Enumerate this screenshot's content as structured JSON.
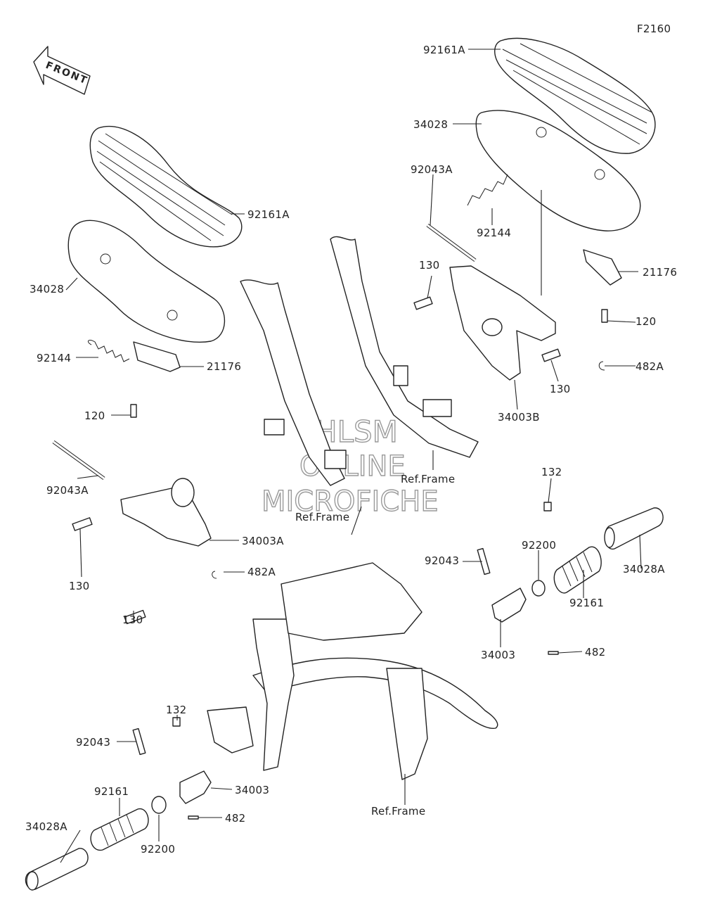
{
  "figure_code": "F2160",
  "direction_label": "FRONT",
  "watermark": [
    "HLSM",
    "ONLINE",
    "MICROFICHE"
  ],
  "ref_label": "Ref.Frame",
  "labels": {
    "p92161A_top": "92161A",
    "p34028_top": "34028",
    "p92043A_top": "92043A",
    "p92144_top": "92144",
    "p130_top": "130",
    "p21176_top": "21176",
    "p120_top": "120",
    "p482A_top": "482A",
    "p130_top2": "130",
    "p34003B": "34003B",
    "p92161A_left": "92161A",
    "p34028_left": "34028",
    "p92144_left": "92144",
    "p21176_left": "21176",
    "p120_left": "120",
    "p92043A_left": "92043A",
    "p34003A": "34003A",
    "p130_left1": "130",
    "p482A_left": "482A",
    "p130_left2": "130",
    "p132_right": "132",
    "p92200_right": "92200",
    "p92043_right": "92043",
    "p34028A_right": "34028A",
    "p92161_right": "92161",
    "p34003_right": "34003",
    "p482_right": "482",
    "p132_low": "132",
    "p92043_low": "92043",
    "p34003_low": "34003",
    "p92161_low": "92161",
    "p482_low": "482",
    "p34028A_low": "34028A",
    "p92200_low": "92200"
  }
}
